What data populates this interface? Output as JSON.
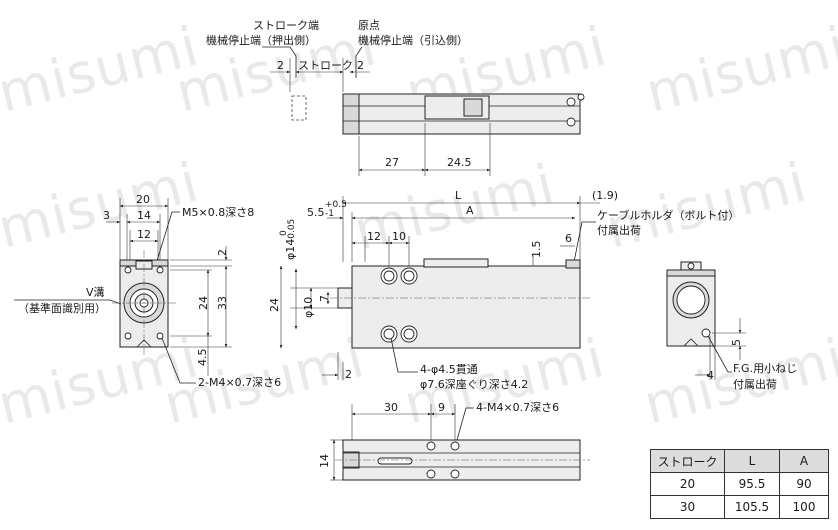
{
  "watermark": "misumi",
  "top_view": {
    "stroke_end_label": "ストローク端",
    "stroke_end_stopper": "機械停止端（押出側）",
    "origin_label": "原点",
    "origin_stopper": "機械停止端（引込側）",
    "dim_2_left": "2",
    "dim_stroke": "ストローク",
    "dim_2_right": "2",
    "dim_27": "27",
    "dim_24_5": "24.5"
  },
  "front_view": {
    "dim_L": "L",
    "dim_1_9": "(1.9)",
    "dim_5_5": "5.5",
    "dim_5_5_tol_upper": "+0.5",
    "dim_5_5_tol_lower": "-1",
    "dim_A": "A",
    "cable_holder": "ケーブルホルダ（ボルト付）",
    "cable_holder_sub": "付属出荷",
    "dim_12": "12",
    "dim_10": "10",
    "dim_1_5": "1.5",
    "dim_6": "6",
    "dim_phi14": "φ14",
    "dim_phi14_tol_upper": "0",
    "dim_phi14_tol_lower": "-0.05",
    "dim_24": "24",
    "dim_phi10": "φ10",
    "dim_7": "7",
    "dim_2": "2",
    "hole_callout_1": "4-φ4.5貫通",
    "hole_callout_2": "φ7.6深座ぐり深さ4.2"
  },
  "side_view": {
    "dim_20": "20",
    "dim_3": "3",
    "dim_14": "14",
    "dim_12": "12",
    "thread_top": "M5×0.8深さ8",
    "dim_2": "2",
    "v_groove": "V溝",
    "v_groove_sub": "（基準面識別用）",
    "dim_24": "24",
    "dim_33": "33",
    "dim_4_5": "4.5",
    "thread_bottom": "2-M4×0.7深さ6"
  },
  "end_view": {
    "dim_5": "5",
    "dim_4": "4",
    "fg_screw": "F.G.用小ねじ",
    "fg_screw_sub": "付属出荷"
  },
  "bottom_view": {
    "dim_30": "30",
    "dim_9": "9",
    "thread": "4-M4×0.7深さ6",
    "dim_14": "14"
  },
  "table": {
    "headers": [
      "ストローク",
      "L",
      "A"
    ],
    "rows": [
      [
        "20",
        "95.5",
        "90"
      ],
      [
        "30",
        "105.5",
        "100"
      ]
    ]
  }
}
